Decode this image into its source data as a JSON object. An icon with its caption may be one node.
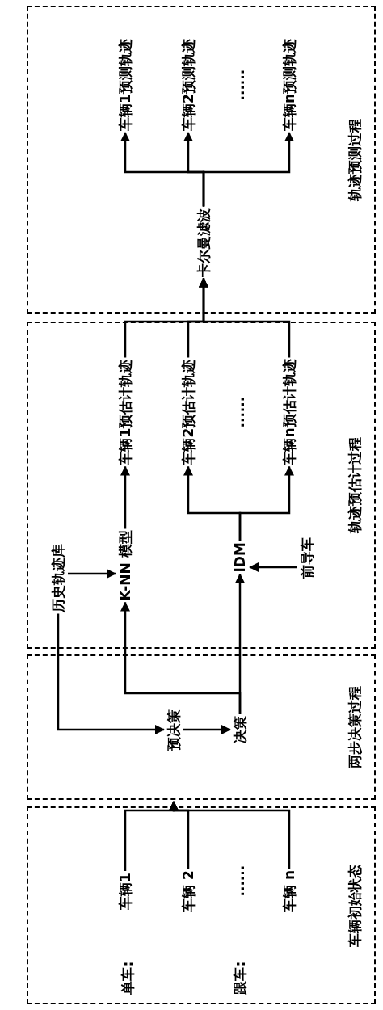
{
  "diagram": {
    "nodes": [
      {
        "text": [
          "车辆初始状态"
        ]
      },
      {
        "text": [
          "车辆1"
        ],
        "in": 0
      },
      {
        "text": [
          "车辆 2"
        ],
        "in": 0
      },
      {
        "text": [
          "车辆 n"
        ],
        "in": 0
      },
      {
        "text": [
          "两步决策过程"
        ]
      },
      {
        "text": [
          "预决策"
        ],
        "in": 4
      },
      {
        "text": [
          "决策"
        ],
        "in": 4
      },
      {
        "text": [
          "轨迹预估计过程"
        ]
      },
      {
        "text": [
          "历史轨迹库"
        ],
        "in": 7
      },
      {
        "text": [
          "K-NN 模型"
        ],
        "in": 7
      },
      {
        "text": [
          "IDM"
        ],
        "in": 7
      },
      {
        "text": [
          "前导车"
        ],
        "in": 7
      },
      {
        "text": [
          "车辆1预估计轨迹"
        ],
        "in": 7
      },
      {
        "text": [
          "车辆2预估计轨迹"
        ],
        "in": 7
      },
      {
        "text": [
          "车辆n预估计轨迹"
        ],
        "in": 7
      },
      {
        "text": [
          "轨迹预测过程"
        ]
      },
      {
        "text": [
          "卡尔曼滤波"
        ],
        "in": 15
      },
      {
        "text": [
          "车辆1预测轨迹"
        ],
        "in": 15
      },
      {
        "text": [
          "车辆2预测轨迹"
        ],
        "in": 15
      },
      {
        "text": [
          "车辆n预测轨迹"
        ],
        "in": 15
      }
    ],
    "edges": [
      {
        "from": 1,
        "to": 4,
        "arrow": "to"
      },
      {
        "from": 2,
        "to": 4,
        "arrow": "to"
      },
      {
        "from": 3,
        "to": 4,
        "arrow": "to"
      },
      {
        "from": 8,
        "to": 5,
        "arrow": "to"
      },
      {
        "from": 5,
        "to": 6,
        "arrow": "to"
      },
      {
        "from": 8,
        "to": 9,
        "arrow": "to"
      },
      {
        "from": 11,
        "to": 10,
        "arrow": "to"
      },
      {
        "from": 6,
        "to": 9,
        "arrow": "to"
      },
      {
        "from": 6,
        "to": 10,
        "arrow": "to"
      },
      {
        "from": 9,
        "to": 12,
        "arrow": "to"
      },
      {
        "from": 10,
        "to": 13,
        "arrow": "to"
      },
      {
        "from": 10,
        "to": 14,
        "arrow": "to"
      },
      {
        "from": 12,
        "to": 16,
        "arrow": "to"
      },
      {
        "from": 13,
        "to": 16,
        "arrow": "to"
      },
      {
        "from": 14,
        "to": 16,
        "arrow": "to"
      },
      {
        "from": 16,
        "to": 17,
        "arrow": "to"
      },
      {
        "from": 16,
        "to": 18,
        "arrow": "to"
      },
      {
        "from": 16,
        "to": 19,
        "arrow": "to"
      }
    ],
    "labels": [
      "单车:",
      "跟车:",
      "......",
      "......",
      "......"
    ]
  }
}
